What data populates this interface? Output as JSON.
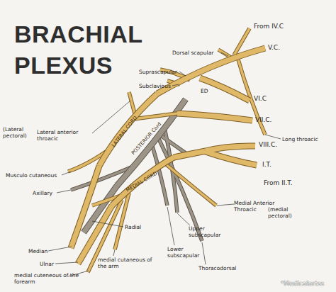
{
  "diagram": {
    "title": "BRACHIAL PLEXUS",
    "labels": [
      "From IV.C",
      "V.C.",
      "Dorsal scapular",
      "Suprascapular",
      "Subclavious",
      "VI.C",
      "VII.C.",
      "Long throacic",
      "VIII.C.",
      "I.T.",
      "From II.T.",
      "(Lateral pectoral)",
      "Lateral anterior throacic",
      "LATERAL CORD",
      "POSTERIOR Cord",
      "ED",
      "MEDIAL CORD",
      "Musculo cutaneous",
      "Axillary",
      "Median",
      "Ulnar",
      "medial cuteneous of the forearm",
      "Radial",
      "medial cutaneous of the arm",
      "Lower subscapular",
      "Upper subscapular",
      "Thoracodorsal",
      "Medial Anterior Throacic",
      "(medial pectoral)",
      "*Medicalartss"
    ]
  }
}
